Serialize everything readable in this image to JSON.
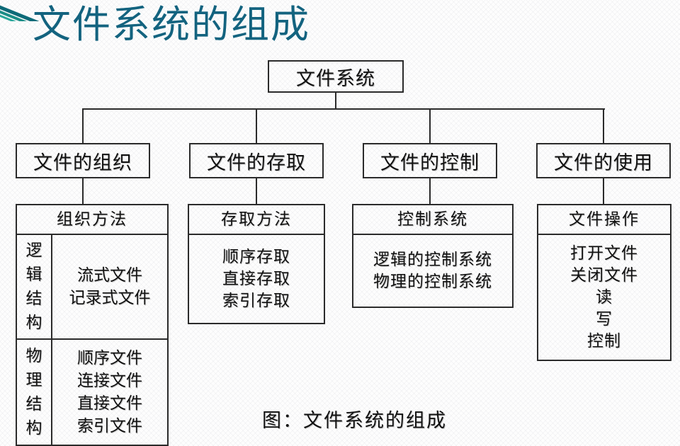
{
  "slide": {
    "title": "文件系统的组成",
    "title_color": "#13637f",
    "caption": "图：文件系统的组成",
    "background_color": "#fdfdfd",
    "line_color": "#2b2b2b"
  },
  "root": {
    "label": "文件系统"
  },
  "branches": [
    {
      "label": "文件的组织"
    },
    {
      "label": "文件的存取"
    },
    {
      "label": "文件的控制"
    },
    {
      "label": "文件的使用"
    }
  ],
  "details": {
    "organization": {
      "header": "组织方法",
      "rows": [
        {
          "label_chars": [
            "逻",
            "辑",
            "结",
            "构"
          ],
          "items": [
            "流式文件",
            "记录式文件"
          ]
        },
        {
          "label_chars": [
            "物",
            "理",
            "结",
            "构"
          ],
          "items": [
            "顺序文件",
            "连接文件",
            "直接文件",
            "索引文件"
          ]
        }
      ]
    },
    "access": {
      "header": "存取方法",
      "items": [
        "顺序存取",
        "直接存取",
        "索引存取"
      ]
    },
    "control": {
      "header": "控制系统",
      "items": [
        "逻辑的控制系统",
        "物理的控制系统"
      ]
    },
    "usage": {
      "header": "文件操作",
      "items": [
        "打开文件",
        "关闭文件",
        "读",
        "写",
        "控制"
      ]
    }
  }
}
